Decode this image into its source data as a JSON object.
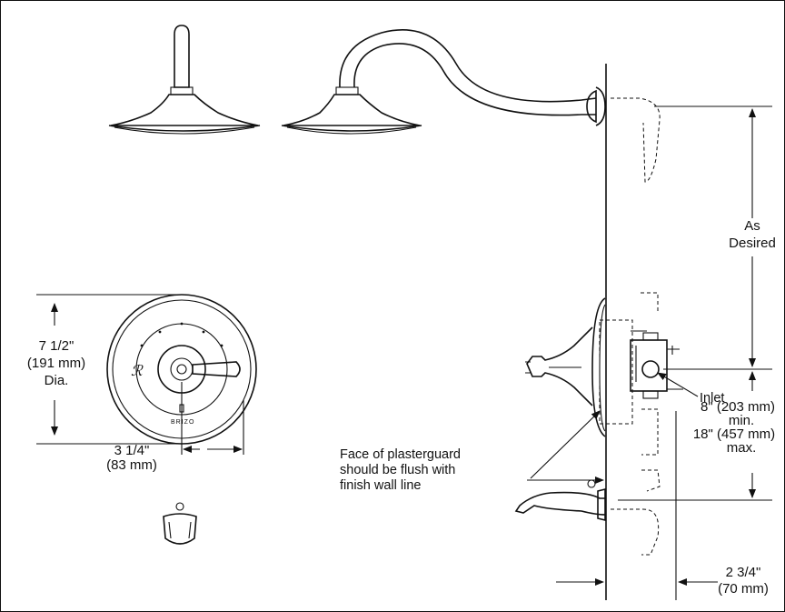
{
  "dims": {
    "height_in": "7 1/2\"",
    "height_mm": "(191 mm)",
    "height_note": "Dia.",
    "offset_in": "3 1/4\"",
    "offset_mm": "(83 mm)",
    "as_desired_1": "As",
    "as_desired_2": "Desired",
    "valve_in": "8\" (203 mm)",
    "valve_min": "min.",
    "valve_max_in": "18\" (457 mm)",
    "valve_max": "max.",
    "depth_in": "2 3/4\"",
    "depth_mm": "(70 mm)"
  },
  "labels": {
    "inlet": "Inlet",
    "plaster_1": "Face of plasterguard",
    "plaster_2": "should be flush with",
    "plaster_3": "finish wall line",
    "brand": "BRIZO"
  },
  "colors": {
    "line": "#111111",
    "background": "#ffffff"
  }
}
